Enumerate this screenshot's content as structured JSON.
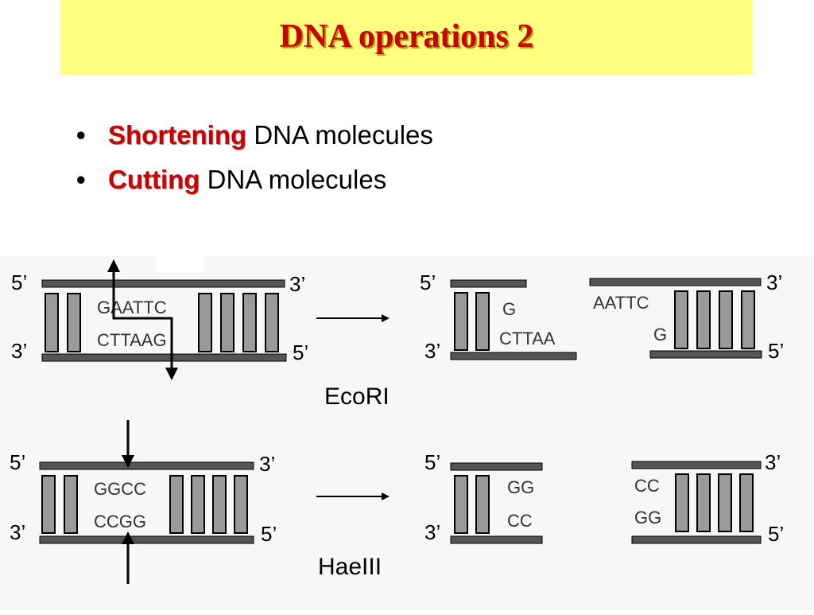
{
  "title": "DNA operations 2",
  "bullets": [
    {
      "highlight": "Shortening",
      "rest": "DNA molecules"
    },
    {
      "highlight": "Cutting",
      "rest": "DNA molecules"
    }
  ],
  "diagram": {
    "ecori": {
      "enzyme": "EcoRI",
      "original": {
        "top_seq": "GAATTC",
        "bottom_seq": "CTTAAG",
        "top_left": "5’",
        "top_right": "3’",
        "bottom_left": "3’",
        "bottom_right": "5’"
      },
      "left_product": {
        "top_seq": "G",
        "bottom_seq": "CTTAA",
        "top_left": "5’",
        "bottom_left": "3’"
      },
      "right_product": {
        "top_seq": "AATTC",
        "bottom_seq": "G",
        "top_right": "3’",
        "bottom_right": "5’"
      }
    },
    "haeiii": {
      "enzyme": "HaeIII",
      "original": {
        "top_seq": "GGCC",
        "bottom_seq": "CCGG",
        "top_left": "5’",
        "top_right": "3’",
        "bottom_left": "3’",
        "bottom_right": "5’"
      },
      "left_product": {
        "top_seq": "GG",
        "bottom_seq": "CC",
        "top_left": "5’",
        "bottom_left": "3’"
      },
      "right_product": {
        "top_seq": "CC",
        "bottom_seq": "GG",
        "top_right": "3’",
        "bottom_right": "5’"
      }
    }
  },
  "colors": {
    "title": "#cc0000",
    "title_bg": "#ffff80",
    "strand": "#555555",
    "figure_bg": "#f7f7f7"
  }
}
